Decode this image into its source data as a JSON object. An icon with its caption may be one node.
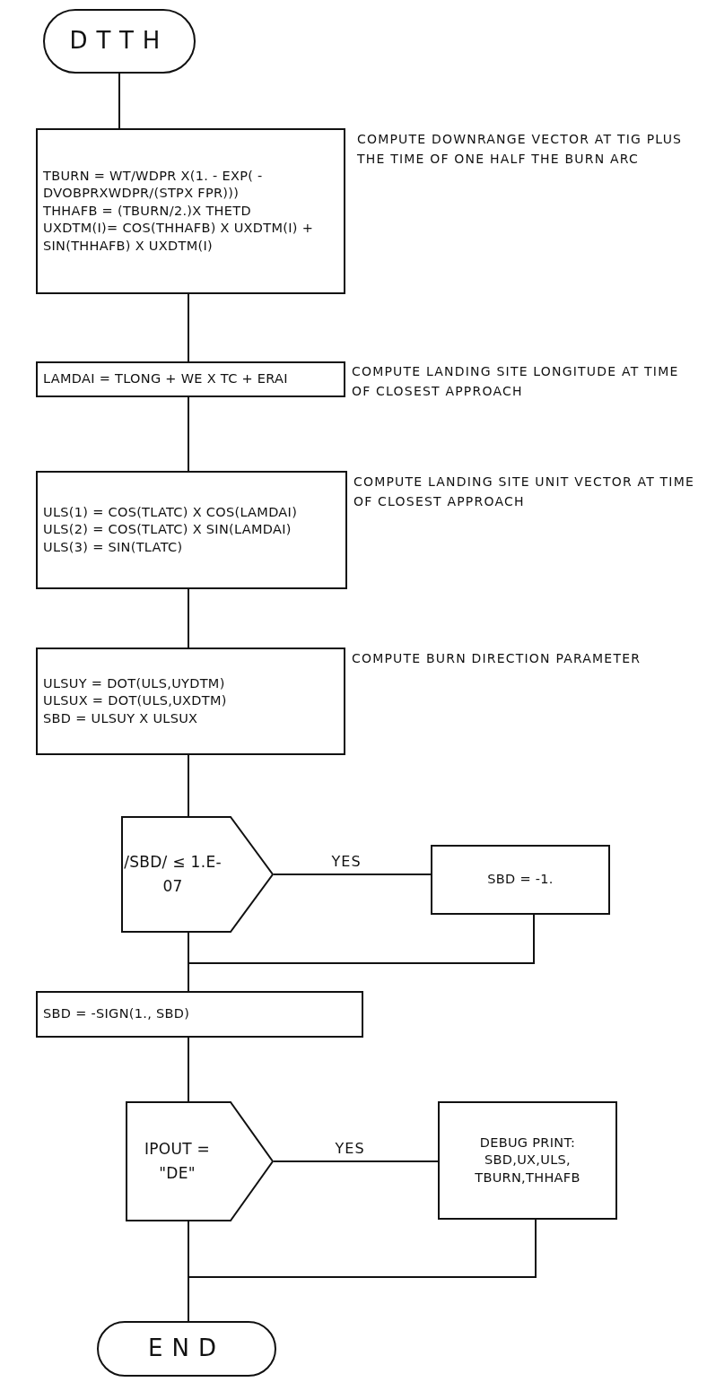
{
  "diagram": {
    "nodes": [
      {
        "text": [
          "DTTH"
        ]
      },
      {
        "text": [
          "TBURN = WT/WDPR X(1. - EXP( -DVOBPRXWDPR/(STPX FPR)))",
          "THHAFB = (TBURN/2.)X THETD",
          "UXDTM(I)= COS(THHAFB) X UXDTM(I) + SIN(THHAFB) X UXDTM(I)"
        ],
        "beside": [
          "COMPUTE DOWNRANGE VECTOR AT TIG PLUS THE TIME OF ONE HALF THE BURN ARC"
        ]
      },
      {
        "text": [
          "LAMDAI = TLONG + WE X TC + ERAI"
        ],
        "beside": [
          "COMPUTE LANDING SITE LONGITUDE AT TIME OF CLOSEST APPROACH"
        ]
      },
      {
        "text": [
          "ULS(1) = COS(TLATC) X COS(LAMDAI)",
          "ULS(2) = COS(TLATC) X SIN(LAMDAI)",
          "ULS(3) = SIN(TLATC)"
        ],
        "beside": [
          "COMPUTE LANDING SITE UNIT VECTOR AT TIME OF CLOSEST APPROACH"
        ]
      },
      {
        "text": [
          "ULSUY = DOT(ULS,UYDTM)",
          "ULSUX = DOT(ULS,UXDTM)",
          "SBD = ULSUY X ULSUX"
        ],
        "beside": [
          "COMPUTE BURN DIRECTION PARAMETER"
        ]
      },
      {
        "text": [
          "/SBD/ ≤ 1.E-07"
        ]
      },
      {
        "text": [
          "SBD = -1."
        ]
      },
      {
        "text": [
          "SBD = -SIGN(1., SBD)"
        ]
      },
      {
        "text": [
          "IPOUT = \"DE\""
        ]
      },
      {
        "text": [
          "DEBUG PRINT: SBD,UX,ULS, TBURN,THHAFB"
        ]
      },
      {
        "text": [
          "END"
        ]
      }
    ],
    "edges": [
      {
        "from": 0,
        "to": 1,
        "arrow": "none"
      },
      {
        "from": 1,
        "to": 2,
        "arrow": "none"
      },
      {
        "from": 2,
        "to": 3,
        "arrow": "none"
      },
      {
        "from": 3,
        "to": 4,
        "arrow": "none"
      },
      {
        "from": 4,
        "to": 5,
        "arrow": "none"
      },
      {
        "from": 5,
        "to": 6,
        "label": "YES",
        "arrow": "none"
      },
      {
        "from": 5,
        "to": 7,
        "arrow": "none"
      },
      {
        "from": 6,
        "to": 7,
        "arrow": "none"
      },
      {
        "from": 7,
        "to": 8,
        "arrow": "none"
      },
      {
        "from": 8,
        "to": 9,
        "label": "YES",
        "arrow": "none"
      },
      {
        "from": 8,
        "to": 10,
        "arrow": "none"
      },
      {
        "from": 9,
        "to": 10,
        "arrow": "none"
      }
    ]
  }
}
